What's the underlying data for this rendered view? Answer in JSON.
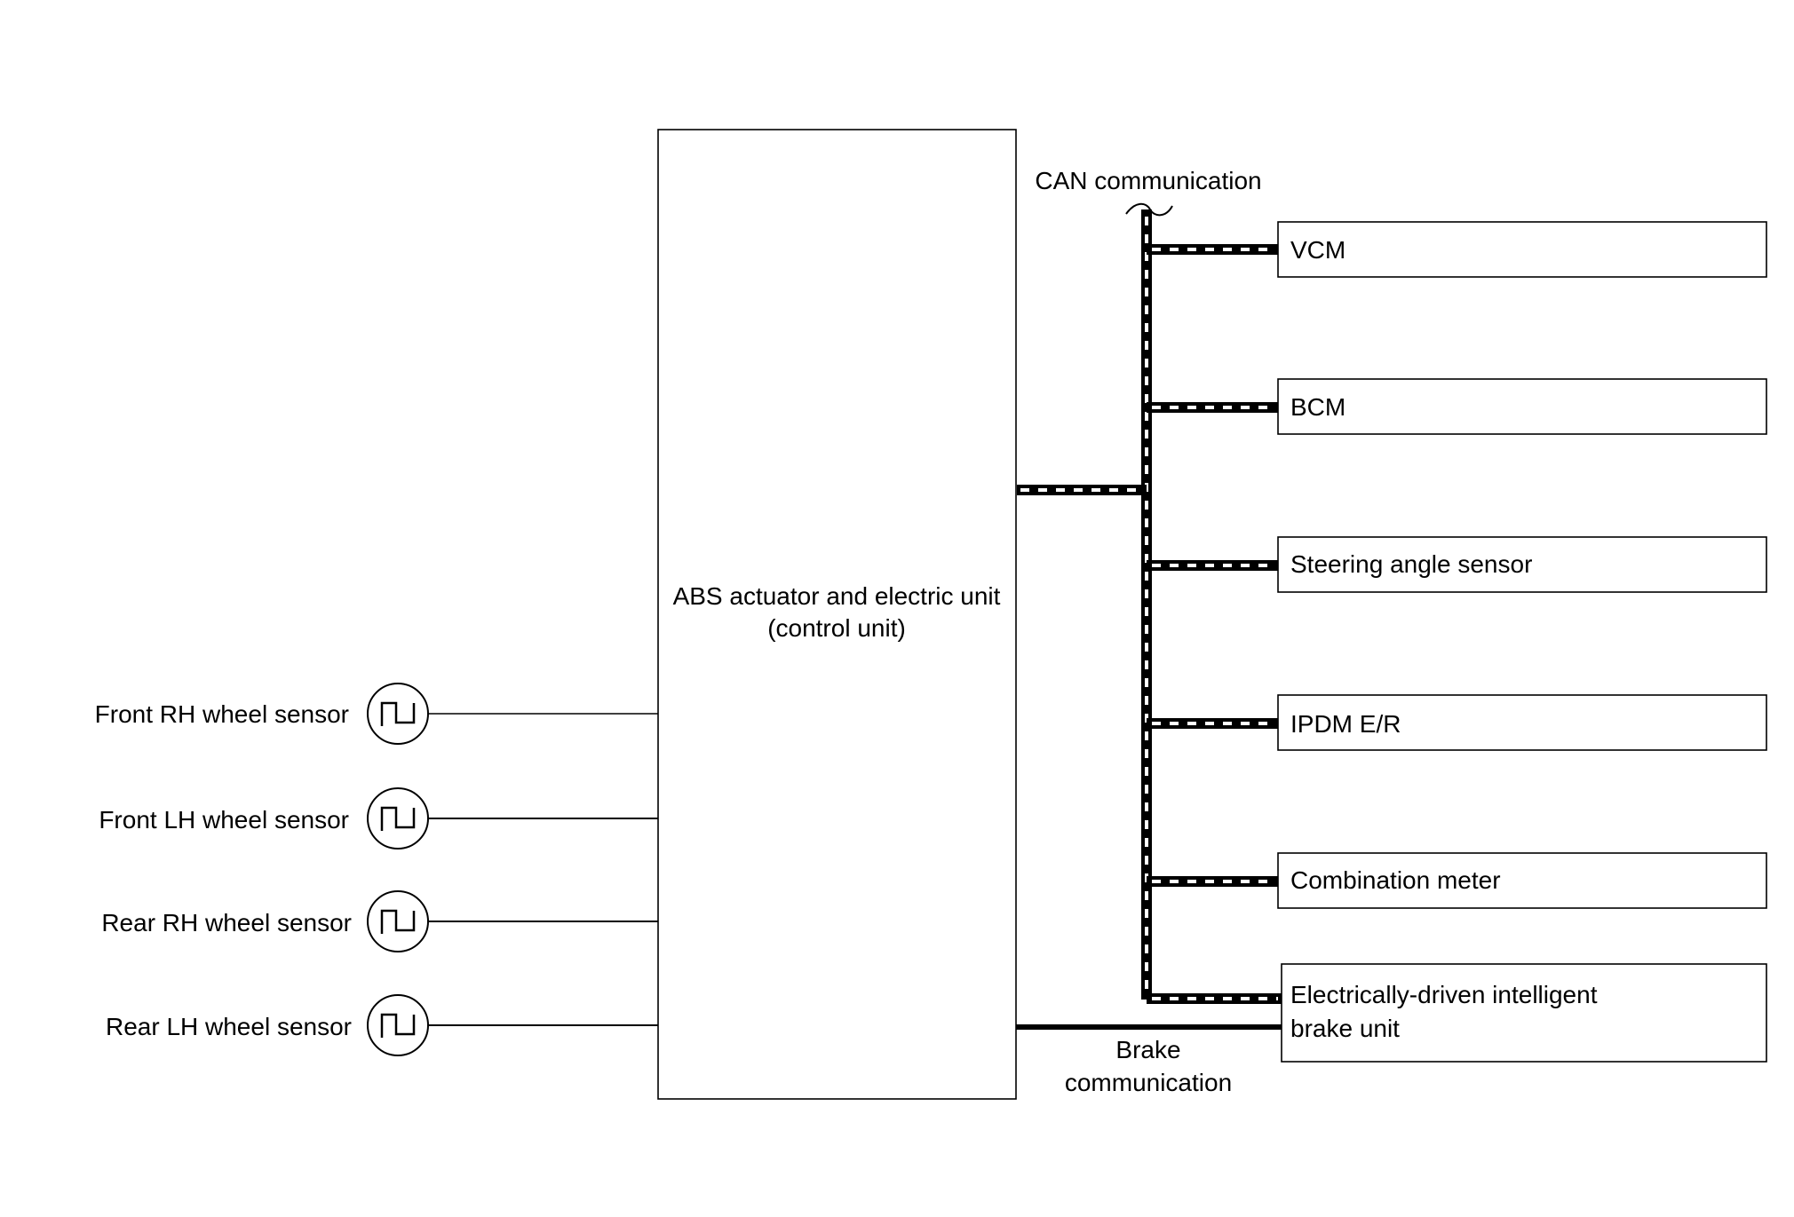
{
  "control_unit": {
    "label_line1": "ABS actuator and electric unit",
    "label_line2": "(control unit)"
  },
  "can_label": "CAN communication",
  "brake_label_line1": "Brake",
  "brake_label_line2": "communication",
  "modules": [
    {
      "label": "VCM"
    },
    {
      "label": "BCM"
    },
    {
      "label": "Steering angle sensor"
    },
    {
      "label": "IPDM E/R"
    },
    {
      "label": "Combination meter"
    },
    {
      "label_line1": "Electrically-driven intelligent",
      "label_line2": "brake unit"
    }
  ],
  "sensors": [
    {
      "label": "Front RH wheel sensor"
    },
    {
      "label": "Front LH wheel sensor"
    },
    {
      "label": "Rear RH wheel sensor"
    },
    {
      "label": "Rear LH wheel sensor"
    }
  ]
}
